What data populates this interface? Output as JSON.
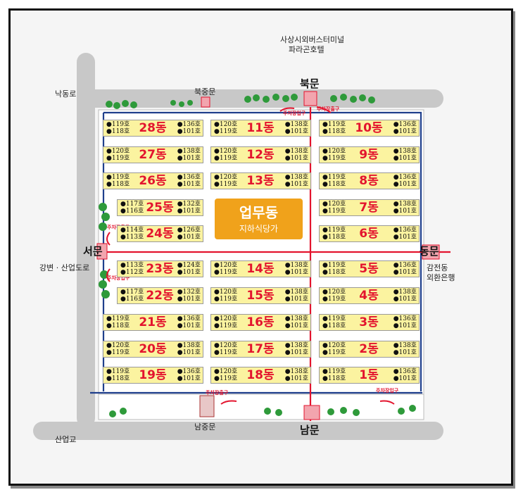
{
  "labels": {
    "top_terminal_line1": "사상시외버스터미널",
    "top_terminal_line2": "파라곤호텔",
    "road_left_top": "낙동로",
    "road_left_mid": "강변 · 산업도로",
    "road_left_bottom": "산업교",
    "right_label_line1": "감전동",
    "right_label_line2": "외환은행",
    "center_title": "업무동",
    "center_subtitle": "지하식당가"
  },
  "gates": {
    "north": "북문",
    "north_sub": "북중문",
    "west": "서문",
    "east": "동문",
    "south": "남문",
    "south_sub": "남중문"
  },
  "parking": {
    "top_left": "주차장입구",
    "top_right": "주차장출구",
    "west_top": "주차장출구",
    "west_bottom": "주차장입구",
    "south_left": "주차장출구",
    "south_right": "주차장입구"
  },
  "buildings": [
    {
      "id": "28",
      "name": "28동",
      "left": [
        "●119호",
        "●118호"
      ],
      "right": [
        "●136호",
        "●101호"
      ]
    },
    {
      "id": "27",
      "name": "27동",
      "left": [
        "●120호",
        "●119호"
      ],
      "right": [
        "●138호",
        "●101호"
      ]
    },
    {
      "id": "26",
      "name": "26동",
      "left": [
        "●119호",
        "●118호"
      ],
      "right": [
        "●136호",
        "●101호"
      ]
    },
    {
      "id": "25",
      "name": "25동",
      "left": [
        "●117호",
        "●116호"
      ],
      "right": [
        "●132호",
        "●101호"
      ]
    },
    {
      "id": "24",
      "name": "24동",
      "left": [
        "●114호",
        "●113호"
      ],
      "right": [
        "●126호",
        "●101호"
      ]
    },
    {
      "id": "23",
      "name": "23동",
      "left": [
        "●113호",
        "●112호"
      ],
      "right": [
        "●124호",
        "●101호"
      ]
    },
    {
      "id": "22",
      "name": "22동",
      "left": [
        "●117호",
        "●116호"
      ],
      "right": [
        "●132호",
        "●101호"
      ]
    },
    {
      "id": "21",
      "name": "21동",
      "left": [
        "●119호",
        "●118호"
      ],
      "right": [
        "●136호",
        "●101호"
      ]
    },
    {
      "id": "20",
      "name": "20동",
      "left": [
        "●120호",
        "●119호"
      ],
      "right": [
        "●138호",
        "●101호"
      ]
    },
    {
      "id": "19",
      "name": "19동",
      "left": [
        "●119호",
        "●118호"
      ],
      "right": [
        "●136호",
        "●101호"
      ]
    },
    {
      "id": "11",
      "name": "11동",
      "left": [
        "●120호",
        "●119호"
      ],
      "right": [
        "●138호",
        "●101호"
      ]
    },
    {
      "id": "12",
      "name": "12동",
      "left": [
        "●120호",
        "●119호"
      ],
      "right": [
        "●138호",
        "●101호"
      ]
    },
    {
      "id": "13",
      "name": "13동",
      "left": [
        "●120호",
        "●119호"
      ],
      "right": [
        "●138호",
        "●101호"
      ]
    },
    {
      "id": "14",
      "name": "14동",
      "left": [
        "●120호",
        "●119호"
      ],
      "right": [
        "●138호",
        "●101호"
      ]
    },
    {
      "id": "15",
      "name": "15동",
      "left": [
        "●120호",
        "●119호"
      ],
      "right": [
        "●138호",
        "●101호"
      ]
    },
    {
      "id": "16",
      "name": "16동",
      "left": [
        "●120호",
        "●119호"
      ],
      "right": [
        "●138호",
        "●101호"
      ]
    },
    {
      "id": "17",
      "name": "17동",
      "left": [
        "●120호",
        "●119호"
      ],
      "right": [
        "●138호",
        "●101호"
      ]
    },
    {
      "id": "18",
      "name": "18동",
      "left": [
        "●120호",
        "●119호"
      ],
      "right": [
        "●138호",
        "●101호"
      ]
    },
    {
      "id": "10",
      "name": "10동",
      "left": [
        "●119호",
        "●118호"
      ],
      "right": [
        "●136호",
        "●101호"
      ]
    },
    {
      "id": "9",
      "name": "9동",
      "left": [
        "●120호",
        "●119호"
      ],
      "right": [
        "●138호",
        "●101호"
      ]
    },
    {
      "id": "8",
      "name": "8동",
      "left": [
        "●119호",
        "●118호"
      ],
      "right": [
        "●136호",
        "●101호"
      ]
    },
    {
      "id": "7",
      "name": "7동",
      "left": [
        "●120호",
        "●119호"
      ],
      "right": [
        "●138호",
        "●101호"
      ]
    },
    {
      "id": "6",
      "name": "6동",
      "left": [
        "●119호",
        "●118호"
      ],
      "right": [
        "●136호",
        "●101호"
      ]
    },
    {
      "id": "5",
      "name": "5동",
      "left": [
        "●119호",
        "●118호"
      ],
      "right": [
        "●136호",
        "●101호"
      ]
    },
    {
      "id": "4",
      "name": "4동",
      "left": [
        "●120호",
        "●119호"
      ],
      "right": [
        "●138호",
        "●101호"
      ]
    },
    {
      "id": "3",
      "name": "3동",
      "left": [
        "●119호",
        "●118호"
      ],
      "right": [
        "●136호",
        "●101호"
      ]
    },
    {
      "id": "2",
      "name": "2동",
      "left": [
        "●120호",
        "●119호"
      ],
      "right": [
        "●138호",
        "●101호"
      ]
    },
    {
      "id": "1",
      "name": "1동",
      "left": [
        "●119호",
        "●118호"
      ],
      "right": [
        "●136호",
        "●101호"
      ]
    }
  ],
  "colors": {
    "road": "#c8c8c8",
    "building_fill": "#fbf3a0",
    "building_number": "#e3142e",
    "center_box": "#f0a21b",
    "walkway_red": "#e3142e",
    "boundary_blue": "#1f3f8c",
    "tree": "#2e9a3a"
  }
}
